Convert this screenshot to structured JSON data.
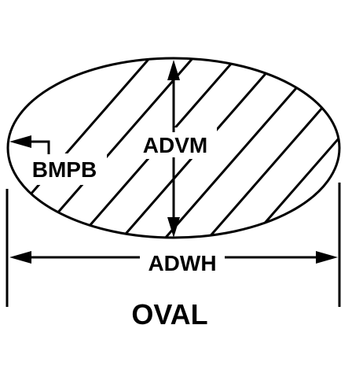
{
  "labels": {
    "height_dimension": "ADVM",
    "width_dimension": "ADWH",
    "edge_radius": "BMPB",
    "shape_name": "OVAL"
  },
  "colors": {
    "stroke": "#000000",
    "background": "#ffffff"
  }
}
